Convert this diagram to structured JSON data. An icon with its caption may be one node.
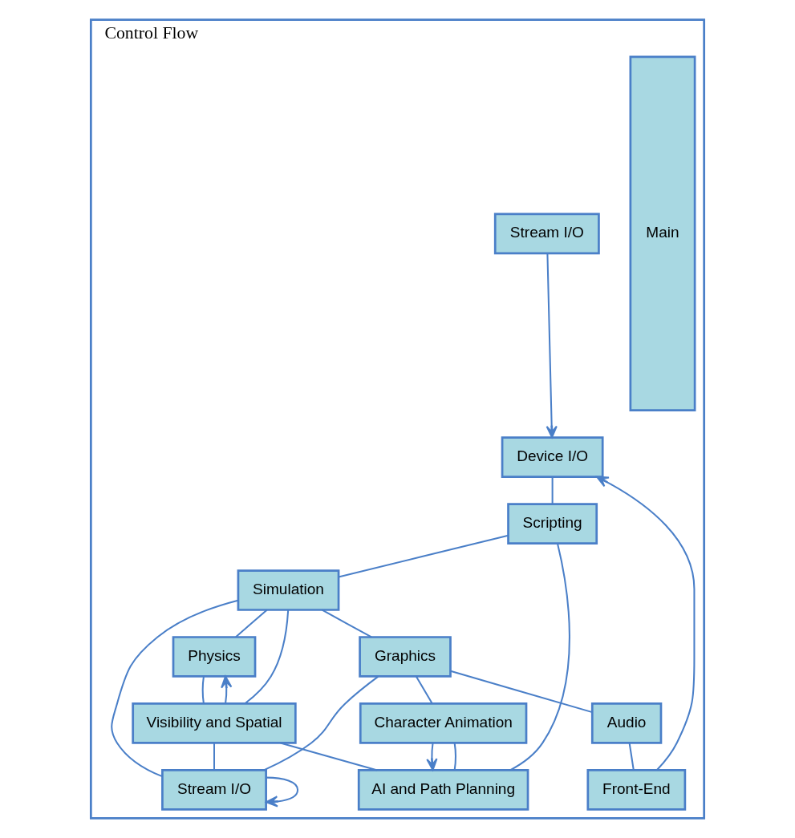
{
  "diagram": {
    "nodes": [
      {
        "text": [
          "Control Flow"
        ]
      },
      {
        "text": [
          "Main"
        ],
        "in": 0
      },
      {
        "text": [
          "Stream I/O"
        ],
        "in": 0
      },
      {
        "text": [
          "Device I/O"
        ],
        "in": 0
      },
      {
        "text": [
          "Scripting"
        ],
        "in": 0
      },
      {
        "text": [
          "Simulation"
        ],
        "in": 0
      },
      {
        "text": [
          "Graphics"
        ],
        "in": 0
      },
      {
        "text": [
          "Audio"
        ],
        "in": 0
      },
      {
        "text": [
          "Front-End"
        ],
        "in": 0
      },
      {
        "text": [
          "Physics"
        ],
        "in": 0
      },
      {
        "text": [
          "Visibility and Spatial"
        ],
        "in": 0
      },
      {
        "text": [
          "Stream I/O"
        ],
        "in": 0
      },
      {
        "text": [
          "AI and Path Planning"
        ],
        "in": 0
      },
      {
        "text": [
          "Character Animation"
        ],
        "in": 0
      }
    ],
    "edges": [
      {
        "from": 2,
        "to": 3,
        "arrow": "to"
      },
      {
        "from": 8,
        "to": 3,
        "arrow": "to"
      },
      {
        "from": 3,
        "to": 4,
        "arrow": "none"
      },
      {
        "from": 4,
        "to": 5,
        "arrow": "none"
      },
      {
        "from": 5,
        "to": 6,
        "arrow": "none"
      },
      {
        "from": 6,
        "to": 7,
        "arrow": "none"
      },
      {
        "from": 7,
        "to": 8,
        "arrow": "none"
      },
      {
        "from": 9,
        "to": 10,
        "arrow": "none"
      },
      {
        "from": 10,
        "to": 9,
        "arrow": "to"
      },
      {
        "from": 11,
        "to": 11,
        "arrow": "to"
      },
      {
        "from": 12,
        "to": 13,
        "arrow": "none"
      },
      {
        "from": 13,
        "to": 12,
        "arrow": "to"
      },
      {
        "from": 5,
        "to": 9,
        "arrow": "none"
      },
      {
        "from": 5,
        "to": 10,
        "arrow": "none"
      },
      {
        "from": 5,
        "to": 11,
        "arrow": "none"
      },
      {
        "from": 4,
        "to": 12,
        "arrow": "none"
      },
      {
        "from": 6,
        "to": 11,
        "arrow": "none"
      },
      {
        "from": 6,
        "to": 13,
        "arrow": "none"
      },
      {
        "from": 10,
        "to": 11,
        "arrow": "none"
      },
      {
        "from": 10,
        "to": 12,
        "arrow": "none"
      }
    ]
  }
}
